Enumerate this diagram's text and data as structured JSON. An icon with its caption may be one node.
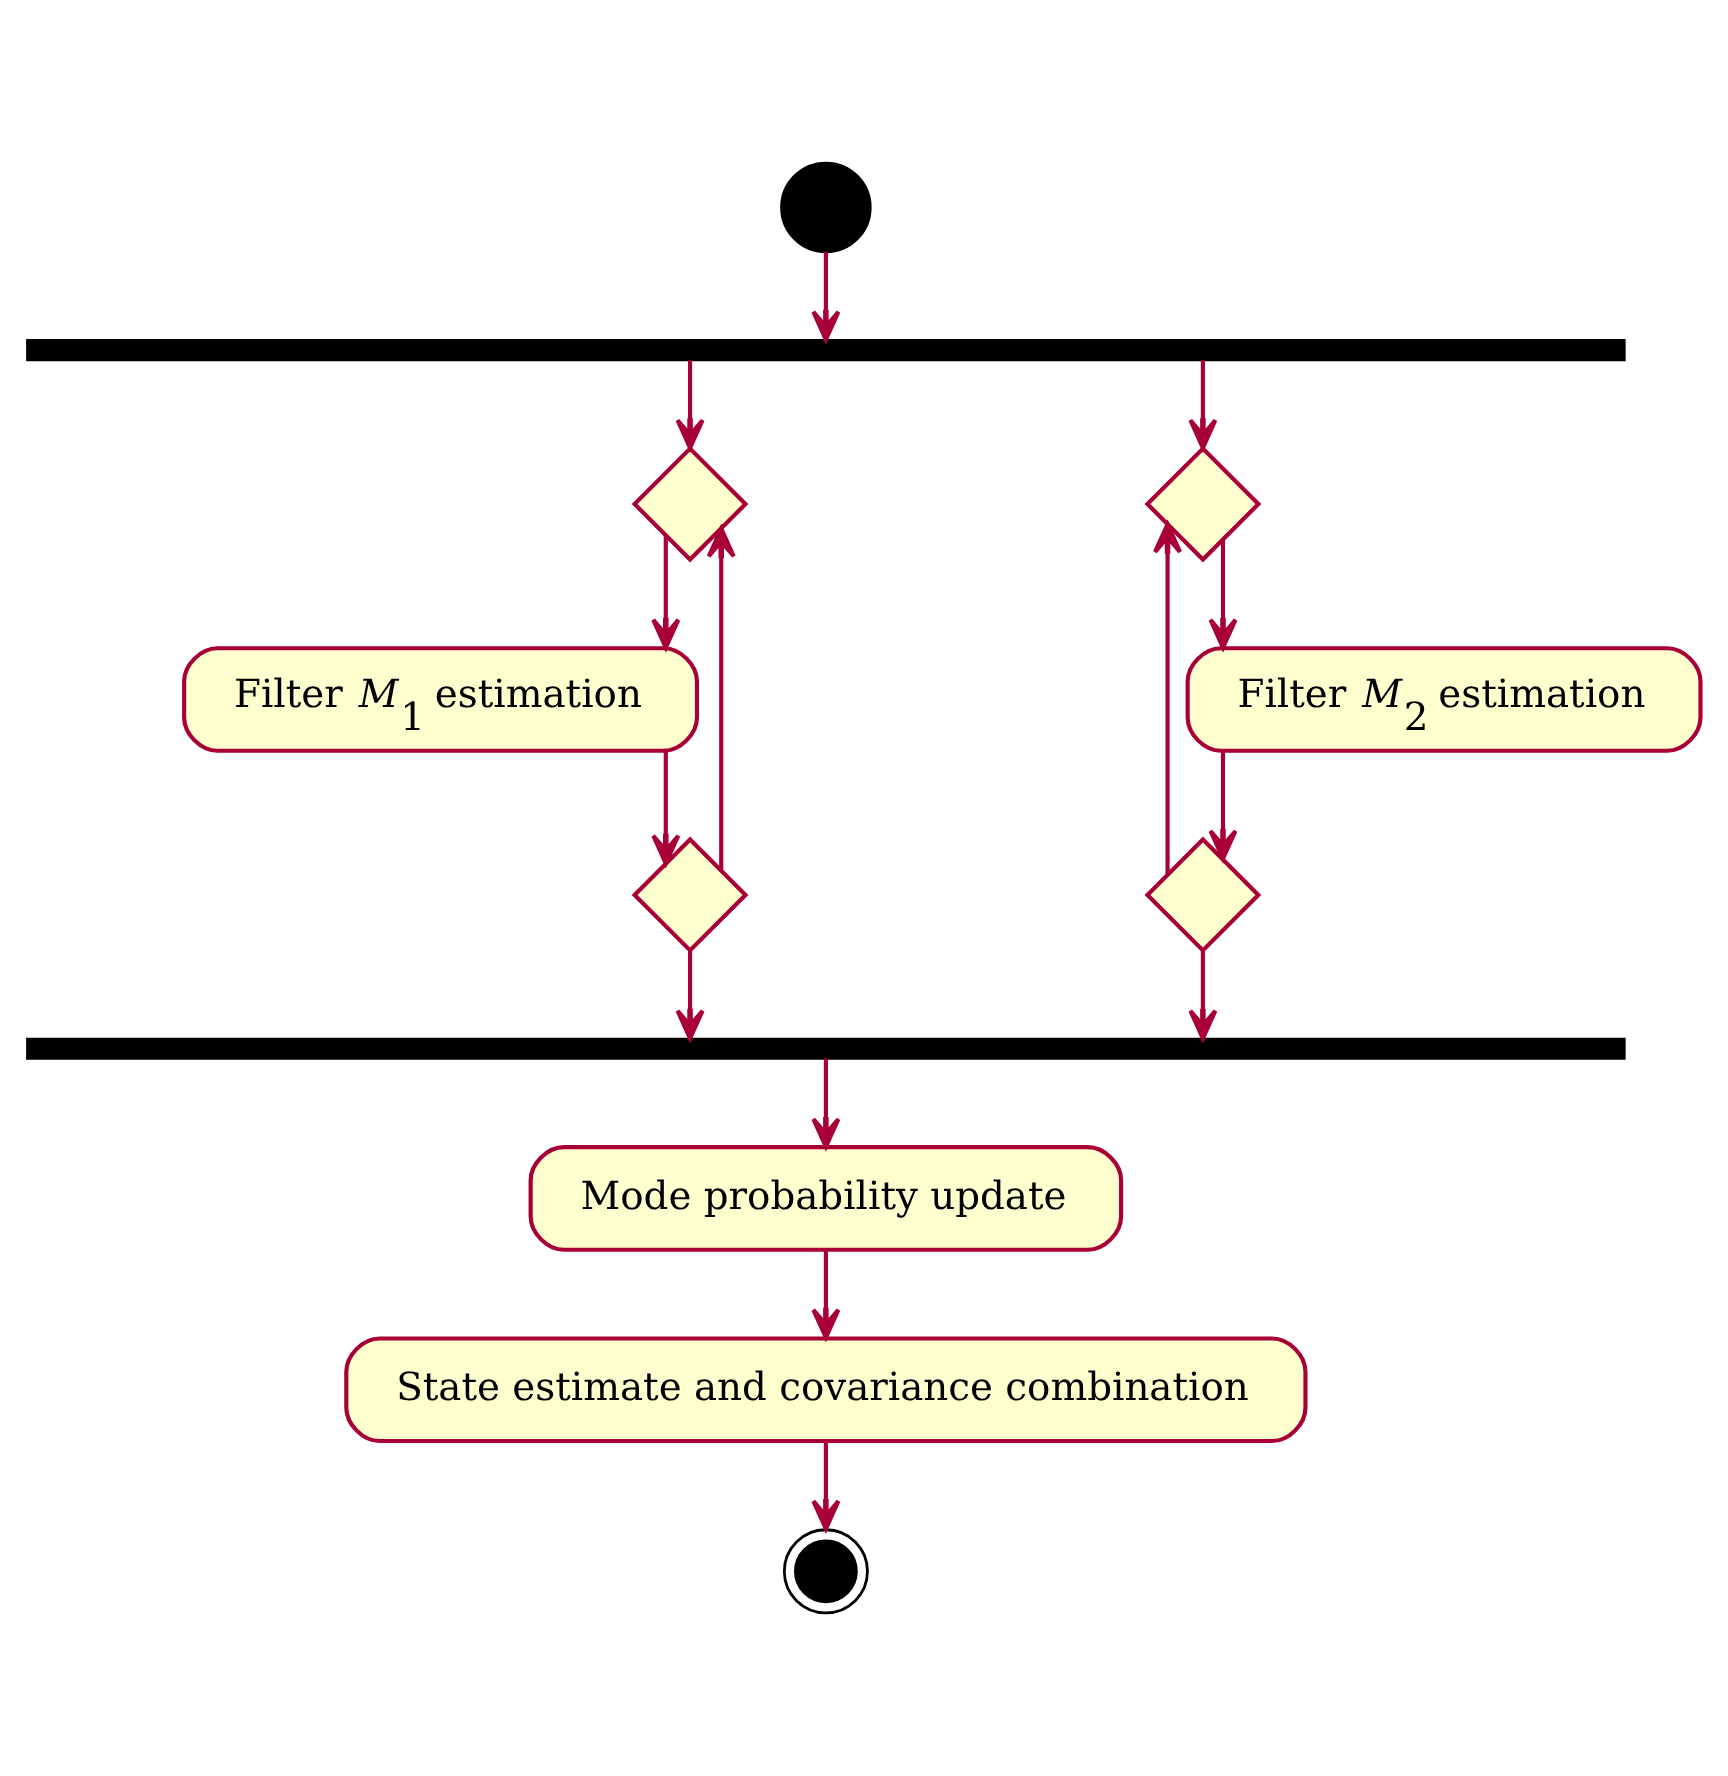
{
  "diagram": {
    "nodes": [
      {
        "text": [],
        "shape": "circle"
      },
      {
        "text": [],
        "shape": "bar"
      },
      {
        "text": [],
        "shape": "diamond"
      },
      {
        "text": [
          "Filter *M*$_{1}$ estimation"
        ]
      },
      {
        "text": [],
        "shape": "diamond"
      },
      {
        "text": [],
        "shape": "diamond"
      },
      {
        "text": [
          "Filter *M*$_{2}$ estimation"
        ]
      },
      {
        "text": [],
        "shape": "diamond"
      },
      {
        "text": [],
        "shape": "bar"
      },
      {
        "text": [
          "Mode probability update"
        ]
      },
      {
        "text": [
          "State estimate and covariance combination"
        ]
      },
      {
        "text": [],
        "shape": "bullseye"
      }
    ],
    "edges": [
      {
        "from": 0,
        "to": 1,
        "arrow": "to"
      },
      {
        "from": 1,
        "to": 2,
        "arrow": "to"
      },
      {
        "from": 2,
        "to": 3,
        "arrow": "to"
      },
      {
        "from": 3,
        "to": 4,
        "arrow": "to"
      },
      {
        "from": 4,
        "to": 2,
        "arrow": "to"
      },
      {
        "from": 4,
        "to": 8,
        "arrow": "to"
      },
      {
        "from": 1,
        "to": 5,
        "arrow": "to"
      },
      {
        "from": 5,
        "to": 6,
        "arrow": "to"
      },
      {
        "from": 6,
        "to": 7,
        "arrow": "to"
      },
      {
        "from": 7,
        "to": 5,
        "arrow": "to"
      },
      {
        "from": 7,
        "to": 8,
        "arrow": "to"
      },
      {
        "from": 8,
        "to": 9,
        "arrow": "to"
      },
      {
        "from": 9,
        "to": 10,
        "arrow": "to"
      },
      {
        "from": 10,
        "to": 11,
        "arrow": "to"
      }
    ]
  }
}
